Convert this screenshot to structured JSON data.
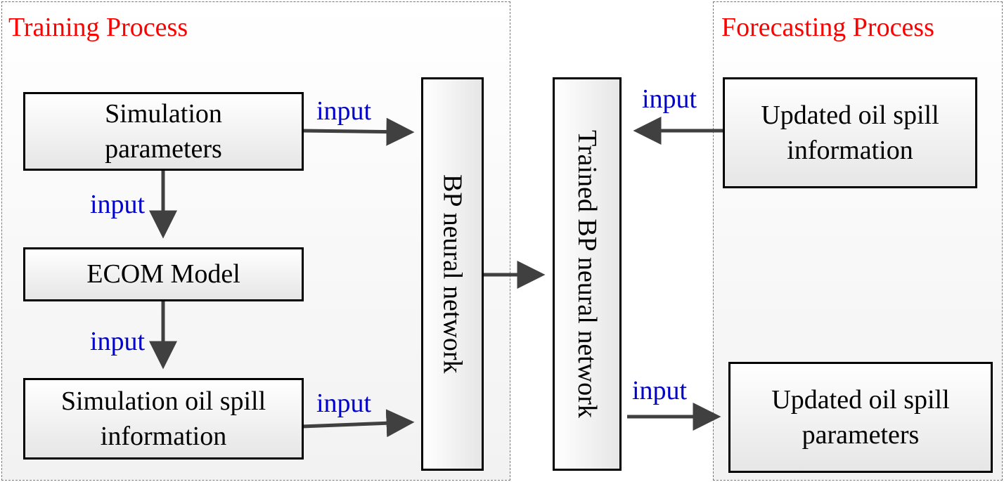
{
  "panels": {
    "training_title": "Training Process",
    "forecasting_title": "Forecasting Process"
  },
  "nodes": {
    "simulation_parameters": "Simulation parameters",
    "ecom_model": "ECOM Model",
    "simulation_oil_spill_information": "Simulation oil spill information",
    "bp_neural_network": "BP neural network",
    "trained_bp_neural_network": "Trained BP neural network",
    "updated_oil_spill_information": "Updated oil spill information",
    "updated_oil_spill_parameters": "Updated oil spill parameters"
  },
  "edge_labels": {
    "params_to_bp": "input",
    "params_to_ecom": "input",
    "ecom_to_info": "input",
    "info_to_bp": "input",
    "updated_info_to_trained": "input",
    "trained_to_updated_params": "input"
  },
  "colors": {
    "panel_title": "#ff0000",
    "edge_label": "#0000cc",
    "arrow": "#404040",
    "box_border": "#000000"
  }
}
